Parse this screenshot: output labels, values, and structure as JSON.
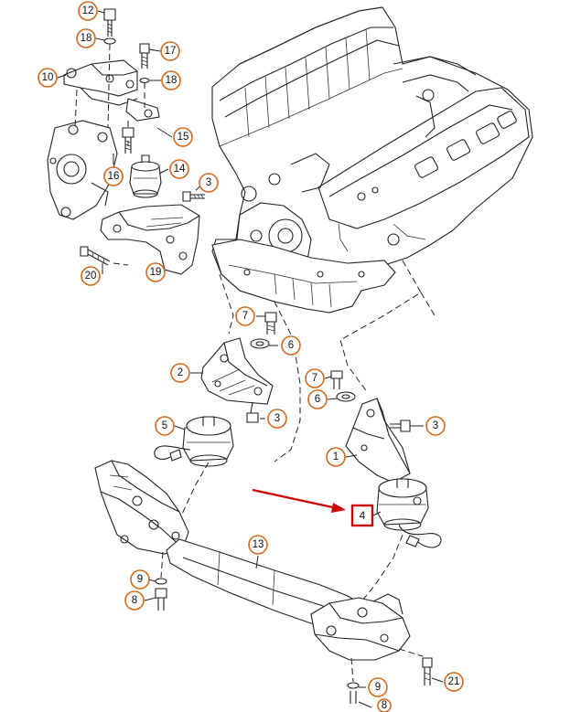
{
  "diagram": {
    "callouts": [
      {
        "id": "c12a",
        "label": "12"
      },
      {
        "id": "c18a",
        "label": "18"
      },
      {
        "id": "c17",
        "label": "17"
      },
      {
        "id": "c10",
        "label": "10"
      },
      {
        "id": "c18b",
        "label": "18"
      },
      {
        "id": "c15",
        "label": "15"
      },
      {
        "id": "c16",
        "label": "16"
      },
      {
        "id": "c14",
        "label": "14"
      },
      {
        "id": "c3a",
        "label": "3"
      },
      {
        "id": "c20",
        "label": "20"
      },
      {
        "id": "c19",
        "label": "19"
      },
      {
        "id": "c7a",
        "label": "7"
      },
      {
        "id": "c6a",
        "label": "6"
      },
      {
        "id": "c2",
        "label": "2"
      },
      {
        "id": "c7b",
        "label": "7"
      },
      {
        "id": "c6b",
        "label": "6"
      },
      {
        "id": "c5",
        "label": "5"
      },
      {
        "id": "c3b",
        "label": "3"
      },
      {
        "id": "c3c",
        "label": "3"
      },
      {
        "id": "c1",
        "label": "1"
      },
      {
        "id": "c13",
        "label": "13"
      },
      {
        "id": "c9a",
        "label": "9"
      },
      {
        "id": "c8a",
        "label": "8"
      },
      {
        "id": "c9b",
        "label": "9"
      },
      {
        "id": "c21",
        "label": "21"
      },
      {
        "id": "c8b",
        "label": "8"
      }
    ],
    "highlighted_callout": {
      "label": "4"
    },
    "colors": {
      "callout_ring": "#d2691e",
      "highlight_box": "#d00000",
      "arrow": "#d00000",
      "line_art": "#222222"
    }
  }
}
